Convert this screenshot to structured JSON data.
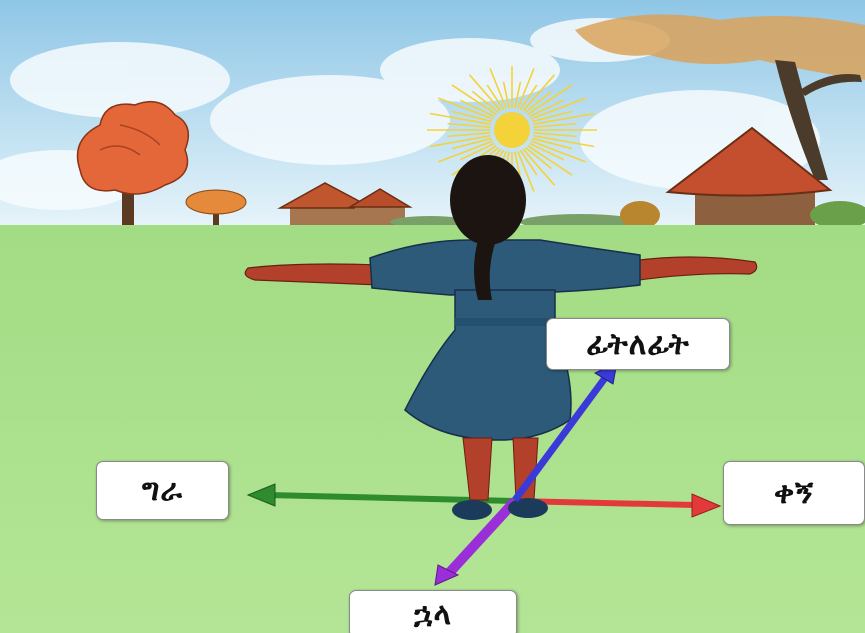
{
  "labels": {
    "forward": "ፊትለፊት",
    "left": "ግራ",
    "right": "ቀኝ",
    "back": "ኋላ"
  },
  "colors": {
    "sky": "#a9d4ea",
    "grass": "#a8df8a",
    "sun": "#f3d23a",
    "tree_canopy": "#e2683a",
    "hut_roof": "#b94a2c",
    "dress": "#2c5a78",
    "skin": "#b3402a",
    "hair": "#1c1410",
    "arrow_left": "#2e8b2e",
    "arrow_right": "#e23a3a",
    "arrow_forward": "#3a3ad8",
    "arrow_back": "#9a2ed8"
  },
  "icons": [
    "sun-icon",
    "tree-icon",
    "hut-icon",
    "girl-figure",
    "arrow-left",
    "arrow-right",
    "arrow-forward",
    "arrow-back"
  ]
}
